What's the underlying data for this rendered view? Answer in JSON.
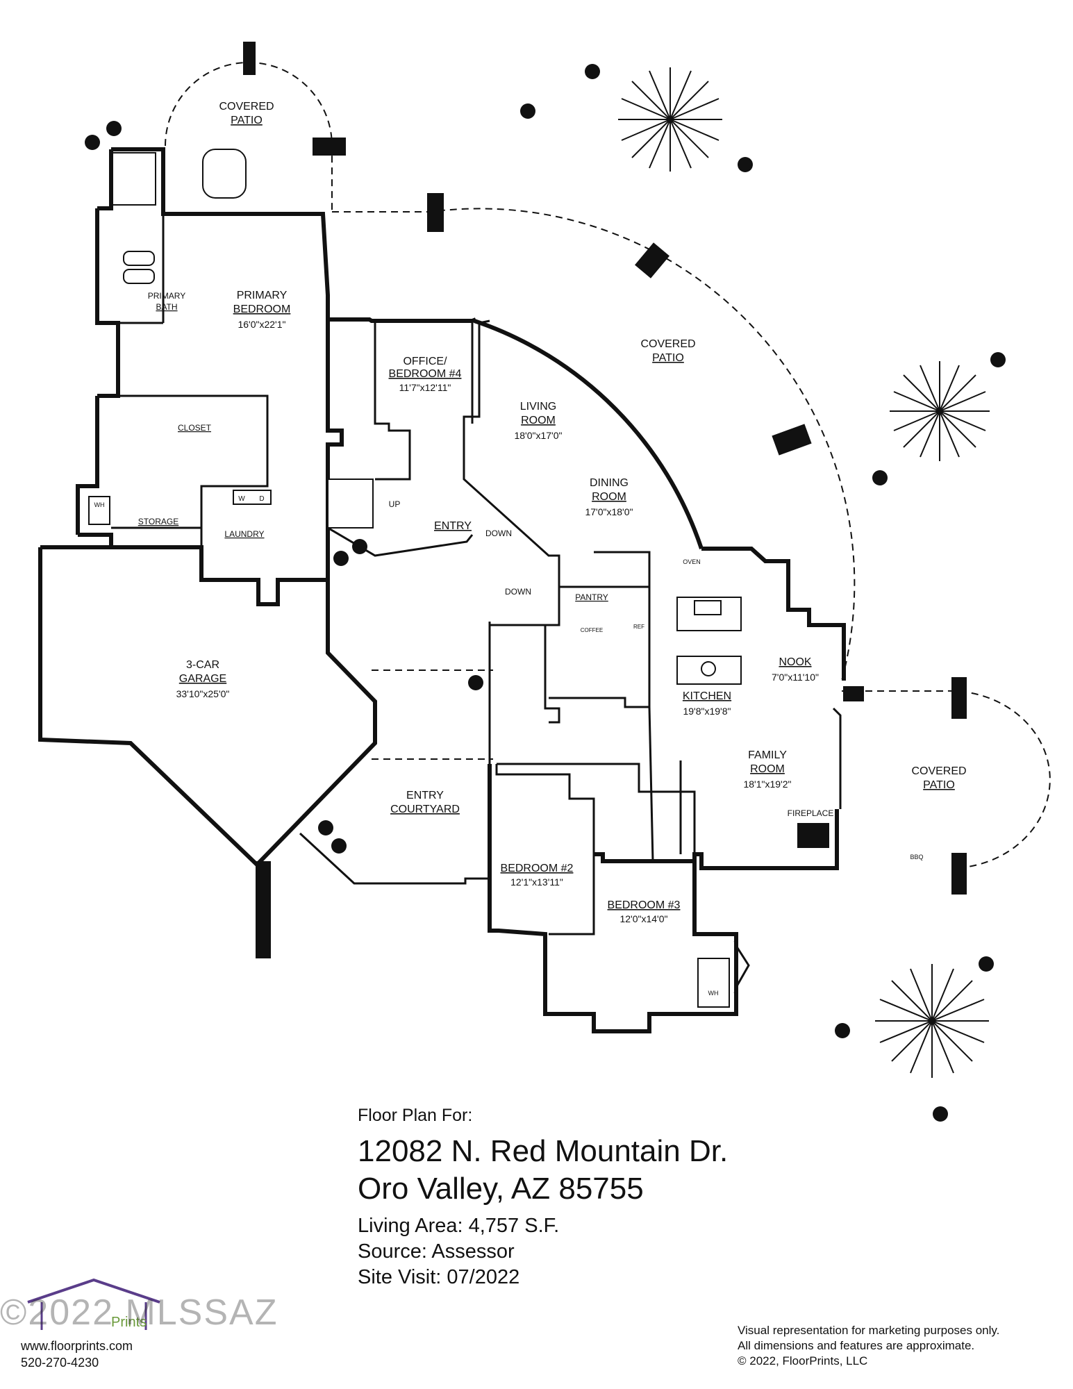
{
  "rooms": {
    "covered_patio_top": {
      "l1": "COVERED",
      "l2": "PATIO"
    },
    "covered_patio_east": {
      "l1": "COVERED",
      "l2": "PATIO"
    },
    "covered_patio_right": {
      "l1": "COVERED",
      "l2": "PATIO"
    },
    "primary_bath": {
      "l1": "PRIMARY",
      "l2": "BATH"
    },
    "primary_bedroom": {
      "l1": "PRIMARY",
      "l2": "BEDROOM",
      "dim": "16'0\"x22'1\""
    },
    "office": {
      "l1": "OFFICE/",
      "l2": "BEDROOM #4",
      "dim": "11'7\"x12'11\""
    },
    "living": {
      "l1": "LIVING",
      "l2": "ROOM",
      "dim": "18'0\"x17'0\""
    },
    "dining": {
      "l1": "DINING",
      "l2": "ROOM",
      "dim": "17'0\"x18'0\""
    },
    "closet": "CLOSET",
    "storage": "STORAGE",
    "laundry": "LAUNDRY",
    "entry": "ENTRY",
    "pantry": "PANTRY",
    "nook": {
      "l1": "NOOK",
      "dim": "7'0\"x11'10\""
    },
    "kitchen": {
      "l1": "KITCHEN",
      "dim": "19'8\"x19'8\""
    },
    "garage": {
      "l1": "3-CAR",
      "l2": "GARAGE",
      "dim": "33'10\"x25'0\""
    },
    "family": {
      "l1": "FAMILY",
      "l2": "ROOM",
      "dim": "18'1\"x19'2\""
    },
    "entry_courtyard": {
      "l1": "ENTRY",
      "l2": "COURTYARD"
    },
    "bedroom2": {
      "l1": "BEDROOM #2",
      "dim": "12'1\"x13'11\""
    },
    "bedroom3": {
      "l1": "BEDROOM #3",
      "dim": "12'0\"x14'0\""
    },
    "fireplace": "FIREPLACE"
  },
  "fixtures": {
    "up": "UP",
    "down1": "DOWN",
    "down2": "DOWN",
    "oven": "OVEN",
    "coffee": "COFFEE",
    "ref": "REF",
    "bbq": "BBQ",
    "wh1": "WH",
    "wh2": "WH",
    "washer": "W",
    "dryer": "D"
  },
  "info": {
    "for": "Floor Plan For:",
    "address1": "12082 N. Red Mountain Dr.",
    "address2": "Oro Valley, AZ  85755",
    "living_area": "Living Area:  4,757 S.F.",
    "source": "Source:  Assessor",
    "site_visit": "Site Visit:  07/2022"
  },
  "brand": {
    "logo_text": "Prints",
    "website": "www.floorprints.com",
    "phone": "520-270-4230",
    "watermark": "©2022 MLSSAZ",
    "accent": "#5a3d8a"
  },
  "disclaimer": {
    "l1": "Visual representation for marketing purposes only.",
    "l2": "All dimensions and features are approximate.",
    "l3": "© 2022, FloorPrints, LLC"
  }
}
